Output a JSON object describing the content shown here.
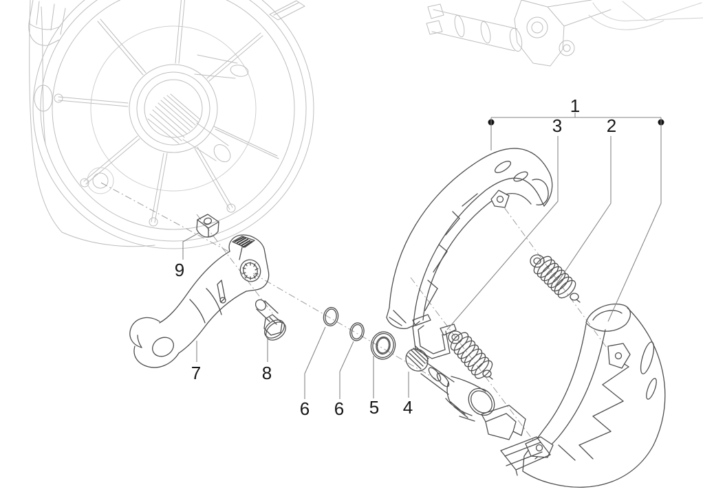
{
  "diagram": {
    "kind": "exploded-parts-diagram",
    "callouts": [
      {
        "id": "callout-1",
        "label": "1"
      },
      {
        "id": "callout-2",
        "label": "2"
      },
      {
        "id": "callout-3",
        "label": "3"
      },
      {
        "id": "callout-4",
        "label": "4"
      },
      {
        "id": "callout-5",
        "label": "5"
      },
      {
        "id": "callout-6a",
        "label": "6"
      },
      {
        "id": "callout-6b",
        "label": "6"
      },
      {
        "id": "callout-7",
        "label": "7"
      },
      {
        "id": "callout-8",
        "label": "8"
      },
      {
        "id": "callout-9",
        "label": "9"
      }
    ],
    "colors": {
      "canvas": "#ffffff",
      "part_line": "#4d4d4d",
      "background_line": "#bdbdbd",
      "leader_line": "#858585",
      "centerline": "#9c9c9c",
      "callout_text": "#161616"
    }
  }
}
